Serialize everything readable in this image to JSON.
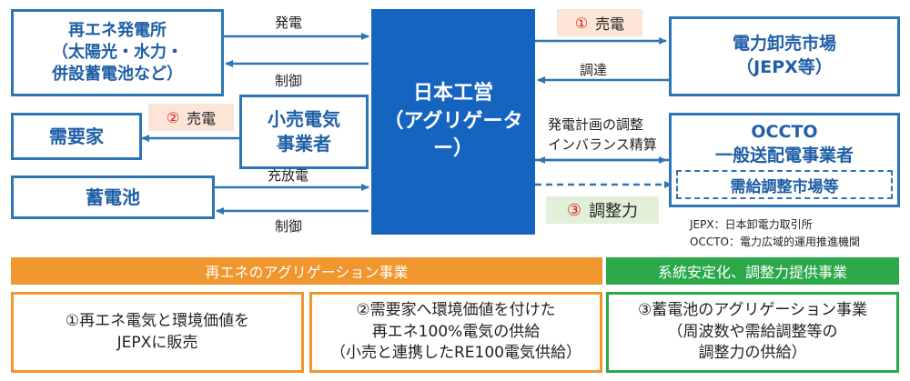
{
  "nodes": {
    "renewable_plant": "再エネ発電所\n（太陽光・水力・\n併設蓄電池など）",
    "consumer": "需要家",
    "battery": "蓄電池",
    "retailer": "小売電気\n事業者",
    "aggregator": "日本工営\n（アグリゲーター）",
    "jepx": "電力卸売市場\n（JEPX等）",
    "occto": "OCCTO\n一般送配電事業者",
    "balancing_market": "需給調整市場等"
  },
  "edges": {
    "generation": "発電",
    "control_top": "制御",
    "sale1": {
      "num": "①",
      "text": "売電"
    },
    "procurement": "調達",
    "sale2": {
      "num": "②",
      "text": "売電"
    },
    "plan_line1": "発電計画の調整",
    "plan_line2": "インバランス精算",
    "charge_discharge": "充放電",
    "control_bottom": "制御",
    "adjust": {
      "num": "③",
      "text": "調整力"
    }
  },
  "notes": {
    "jepx": "JEPX：日本卸電力取引所",
    "occto": "OCCTO：電力広域的運用推進機関"
  },
  "bands": {
    "renewable_business": "再エネのアグリゲーション事業",
    "stability_business": "系統安定化、調整力提供事業"
  },
  "cards": {
    "card1": [
      "①再エネ電気と環境価値を",
      "JEPXに販売"
    ],
    "card2": [
      "②需要家へ環境価値を付けた",
      "再エネ100%電気の供給",
      "（小売と連携したRE100電気供給）"
    ],
    "card3": [
      "③蓄電池のアグリゲーション事業",
      "（周波数や需給調整等の",
      "調整力の供給）"
    ]
  },
  "colors": {
    "box_border": "#2e75b6",
    "hub": "#1565c0",
    "orange": "#f0962e",
    "green": "#2aa84a",
    "highlight_orange": "#fbe5d6",
    "highlight_green": "#e2f0d9",
    "number_red": "#e02020"
  }
}
